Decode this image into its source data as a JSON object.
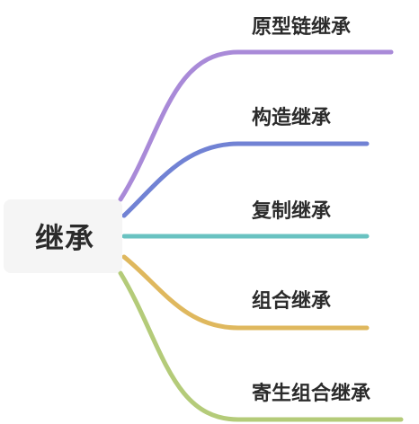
{
  "root": {
    "label": "继承"
  },
  "branches": [
    {
      "label": "原型链继承",
      "color": "#a98ad8"
    },
    {
      "label": "构造继承",
      "color": "#7182d4"
    },
    {
      "label": "复制继承",
      "color": "#69c2c1"
    },
    {
      "label": "组合继承",
      "color": "#dfb85e"
    },
    {
      "label": "寄生组合继承",
      "color": "#b4cb79"
    }
  ]
}
